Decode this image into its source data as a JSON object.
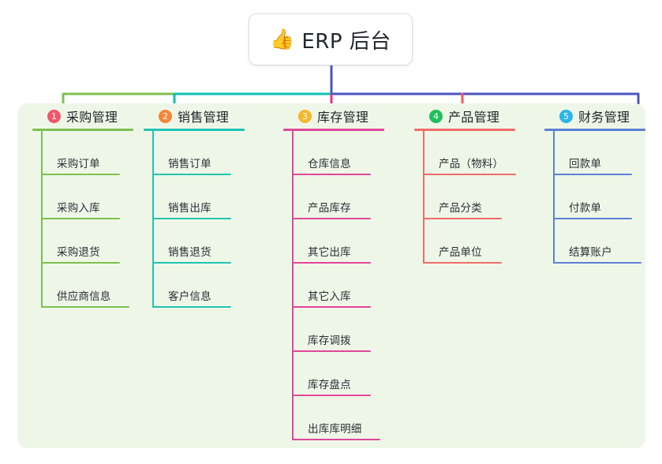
{
  "root": {
    "icon": "thumbs-up-icon",
    "emoji": "👍",
    "title": "ERP 后台"
  },
  "panel": {
    "background": "#eef7e7"
  },
  "bus": {
    "segments": [
      {
        "name": "green-segment",
        "color": "#7dc052"
      },
      {
        "name": "teal-segment",
        "color": "#0fbfb0"
      },
      {
        "name": "indigo-segment",
        "color": "#4b55bf"
      }
    ],
    "stem_color": "#4b55bf"
  },
  "columns": [
    {
      "number": "1",
      "title": "采购管理",
      "badge_color": "#f1566a",
      "line_color": "#7dc052",
      "drop_color": "#7dc052",
      "items": [
        "采购订单",
        "采购入库",
        "采购退货",
        "供应商信息"
      ]
    },
    {
      "number": "2",
      "title": "销售管理",
      "badge_color": "#f5863a",
      "line_color": "#22c3b4",
      "drop_color": "#0fbfb0",
      "items": [
        "销售订单",
        "销售出库",
        "销售退货",
        "客户信息"
      ]
    },
    {
      "number": "3",
      "title": "库存管理",
      "badge_color": "#f5b72c",
      "line_color": "#e0479a",
      "drop_color": "#e5338f",
      "items": [
        "仓库信息",
        "产品库存",
        "其它出库",
        "其它入库",
        "库存调拨",
        "库存盘点",
        "出库库明细"
      ]
    },
    {
      "number": "4",
      "title": "产品管理",
      "badge_color": "#21bf59",
      "line_color": "#f46b6b",
      "drop_color": "#f4575c",
      "items": [
        "产品（物料）",
        "产品分类",
        "产品单位"
      ]
    },
    {
      "number": "5",
      "title": "财务管理",
      "badge_color": "#2bb5e8",
      "line_color": "#5b81d6",
      "drop_color": "#4b55bf",
      "items": [
        "回款单",
        "付款单",
        "结算账户"
      ]
    }
  ]
}
